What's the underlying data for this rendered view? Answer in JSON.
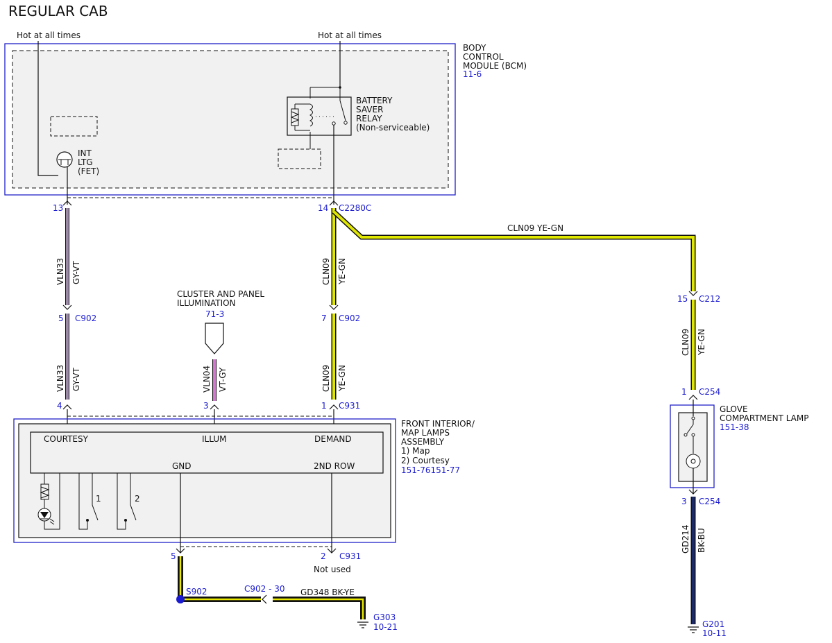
{
  "title": "REGULAR CAB",
  "colors": {
    "gy_vt": "#9a8aa6",
    "ye_gn": "#dfe600",
    "vt_gy": "#d476cf",
    "bk_bu": "#1b2a6b",
    "bk_ye": "#e8e800",
    "connector_blue": "#1a1ad0",
    "module_border": "#2020c8"
  },
  "power": {
    "hot_left": "Hot at all times",
    "hot_right": "Hot at all times"
  },
  "bcm": {
    "line1": "BODY",
    "line2": "CONTROL",
    "line3": "MODULE (BCM)",
    "ref": "11-6",
    "fet_line1": "INT",
    "fet_line2": "LTG",
    "fet_line3": "(FET)",
    "relay_line1": "BATTERY",
    "relay_line2": "SAVER",
    "relay_line3": "RELAY",
    "relay_line4": "(Non-serviceable)"
  },
  "connectors": {
    "c2280c_pin13": "13",
    "c2280c_pin14": "14",
    "c2280c": "C2280C",
    "c902_pin5": "5",
    "c902_pin7": "7",
    "c902_a": "C902",
    "c902_b": "C902",
    "c931_pin4": "4",
    "c931_pin3": "3",
    "c931_pin1": "1",
    "c931_pin5": "5",
    "c931_pin2": "2",
    "c931_a": "C931",
    "c931_b": "C931",
    "c212_pin15": "15",
    "c212": "C212",
    "c254_pin1": "1",
    "c254_pin3": "3",
    "c254_a": "C254",
    "c254_b": "C254",
    "c902_30": "C902 - 30"
  },
  "wires": {
    "vln33_a_circuit": "VLN33",
    "vln33_a_color": "GY-VT",
    "vln33_b_circuit": "VLN33",
    "vln33_b_color": "GY-VT",
    "vln04_circuit": "VLN04",
    "vln04_color": "VT-GY",
    "cln09_a_circuit": "CLN09",
    "cln09_a_color": "YE-GN",
    "cln09_b_circuit": "CLN09",
    "cln09_b_color": "YE-GN",
    "cln09_h_label": "CLN09   YE-GN",
    "cln09_c_circuit": "CLN09",
    "cln09_c_color": "YE-GN",
    "gd214_circuit": "GD214",
    "gd214_color": "BK-BU",
    "gd348_label": "GD348   BK-YE"
  },
  "cluster": {
    "line1": "CLUSTER AND PANEL",
    "line2": "ILLUMINATION",
    "ref": "71-3"
  },
  "front_lamps": {
    "line1": "FRONT INTERIOR/",
    "line2": "MAP LAMPS",
    "line3": "ASSEMBLY",
    "line4": "1) Map",
    "line5": "2) Courtesy",
    "ref": "151-76151-77",
    "courtesy": "COURTESY",
    "illum": "ILLUM",
    "demand": "DEMAND",
    "gnd": "GND",
    "second_row": "2ND ROW",
    "switch1": "1",
    "switch2": "2"
  },
  "not_used": "Not used",
  "glove": {
    "line1": "GLOVE",
    "line2": "COMPARTMENT LAMP",
    "ref": "151-38"
  },
  "splice": "S902",
  "grounds": {
    "g303": "G303",
    "g303_ref": "10-21",
    "g201": "G201",
    "g201_ref": "10-11"
  }
}
